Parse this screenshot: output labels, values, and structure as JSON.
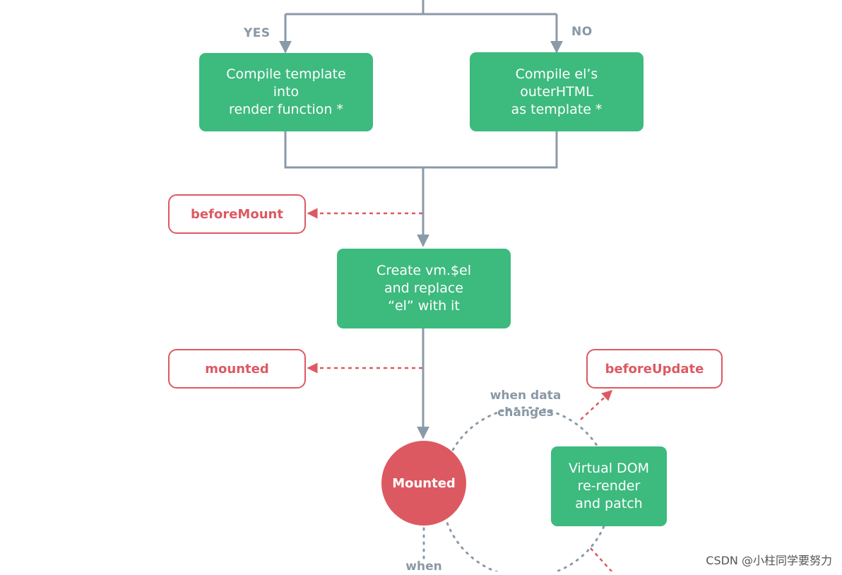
{
  "branches": {
    "yes_label": "YES",
    "no_label": "NO"
  },
  "boxes": {
    "compile_template": "Compile template\ninto\nrender function *",
    "compile_el": "Compile el’s\nouterHTML\nas template *",
    "create_vm_el": "Create vm.$el\nand replace\n“el” with it",
    "virtual_dom": "Virtual DOM\nre-render\nand patch"
  },
  "hooks": {
    "before_mount": "beforeMount",
    "mounted": "mounted",
    "before_update": "beforeUpdate"
  },
  "state": {
    "mounted": "Mounted"
  },
  "annotations": {
    "when_data_changes": "when data\nchanges",
    "when_bottom": "when"
  },
  "watermark": "CSDN @小柱同学要努力",
  "colors": {
    "green": "#3dba7e",
    "red": "#dd5962",
    "gray": "#8a98a6",
    "line": "#8b9aa8"
  }
}
